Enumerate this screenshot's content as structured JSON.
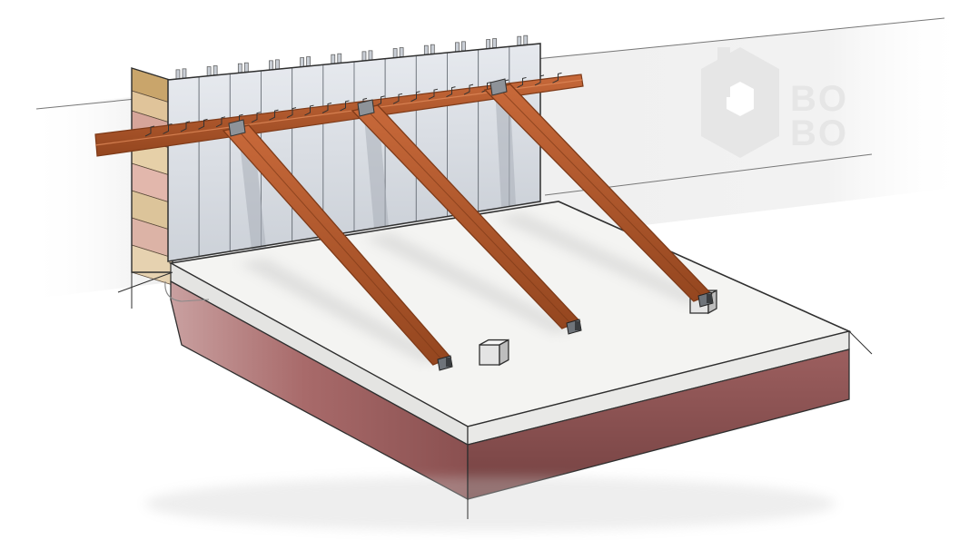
{
  "illustration": {
    "subject": "excavation-sheet-pile-wall-with-strut-braces",
    "strut_count": 3,
    "anchor_block_count": 2,
    "pile_count": 12,
    "colors": {
      "soil_layer_tan": "#c9a56b",
      "soil_layer_pink": "#d6a59a",
      "soil_layer_beige": "#dcc49a",
      "sheet_pile": "#d9dde3",
      "sheet_pile_shadow": "#a9afb8",
      "steel_beam": "#b4582b",
      "steel_beam_dark": "#7e3a18",
      "slab_top": "#f4f4f2",
      "slab_side": "#9c5f5f",
      "slab_side_dark": "#7a4545",
      "outline": "#2f2f2f",
      "watermark": "#e6e6e6"
    }
  },
  "watermark": {
    "text_line_1": "BO",
    "text_line_2": "BO"
  }
}
